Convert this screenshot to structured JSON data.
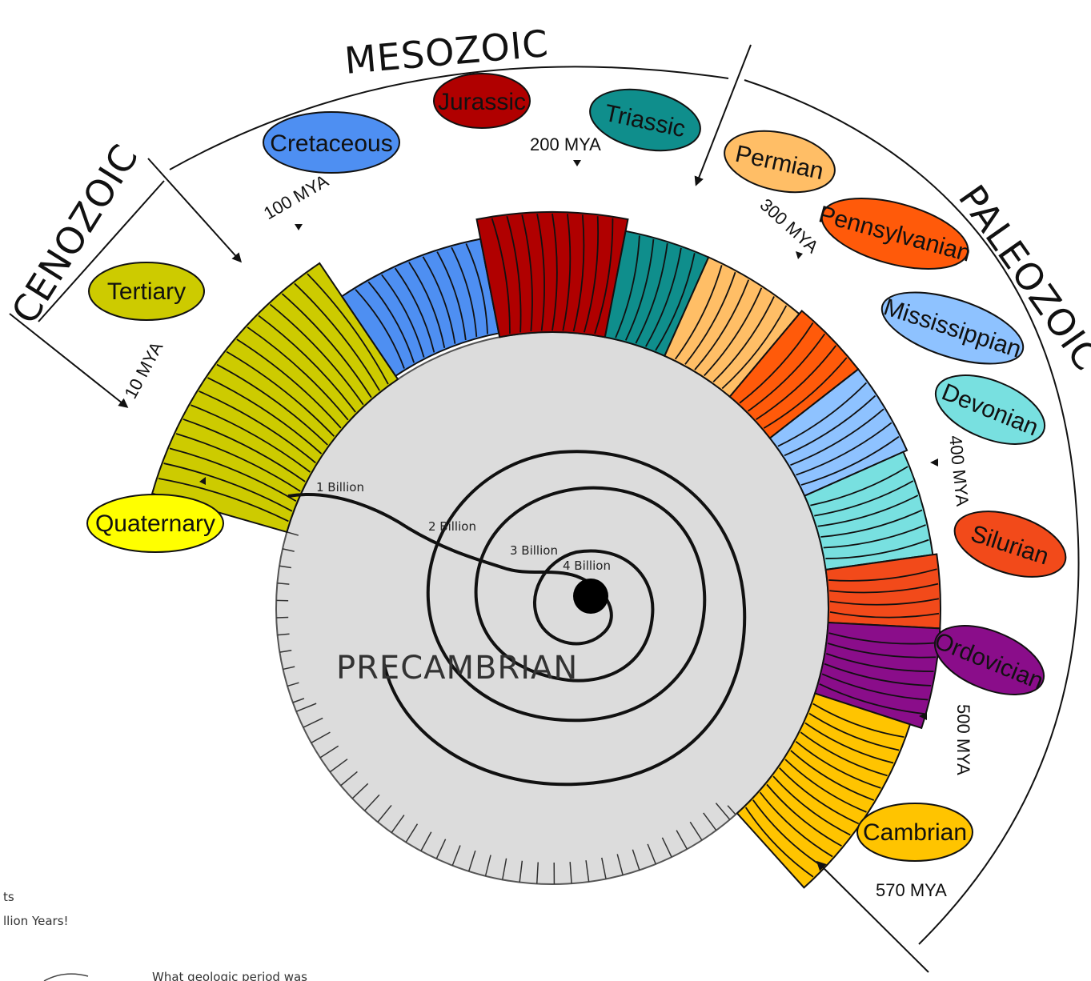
{
  "eras": {
    "cenozoic": "CENOZOIC",
    "mesozoic": "MESOZOIC",
    "paleozoic": "PALEOZOIC",
    "precambrian": "PRECAMBRIAN"
  },
  "periods": [
    {
      "name": "Tertiary",
      "color": "#cdcb00"
    },
    {
      "name": "Quaternary",
      "color": "#ffff00"
    },
    {
      "name": "Cretaceous",
      "color": "#4e8ff2"
    },
    {
      "name": "Jurassic",
      "color": "#b00000"
    },
    {
      "name": "Triassic",
      "color": "#0f8e8c"
    },
    {
      "name": "Permian",
      "color": "#ffbe66"
    },
    {
      "name": "Pennsylvanian",
      "color": "#ff5a0a"
    },
    {
      "name": "Mississippian",
      "color": "#8ec2ff"
    },
    {
      "name": "Devonian",
      "color": "#78e0e0"
    },
    {
      "name": "Silurian",
      "color": "#f24a1a"
    },
    {
      "name": "Ordovician",
      "color": "#8a0d8a"
    },
    {
      "name": "Cambrian",
      "color": "#ffc400"
    }
  ],
  "timeMarks": {
    "m10": "10 MYA",
    "m100": "100 MYA",
    "m200": "200 MYA",
    "m300": "300 MYA",
    "m400": "400 MYA",
    "m500": "500 MYA",
    "m570": "570 MYA"
  },
  "spiralMarks": {
    "b1": "1 Billion",
    "b2": "2 Billion",
    "b3": "3 Billion",
    "b4": "4 Billion"
  },
  "fragments": {
    "line1": "ts",
    "line2": "llion Years!",
    "question": "What geologic period was"
  }
}
